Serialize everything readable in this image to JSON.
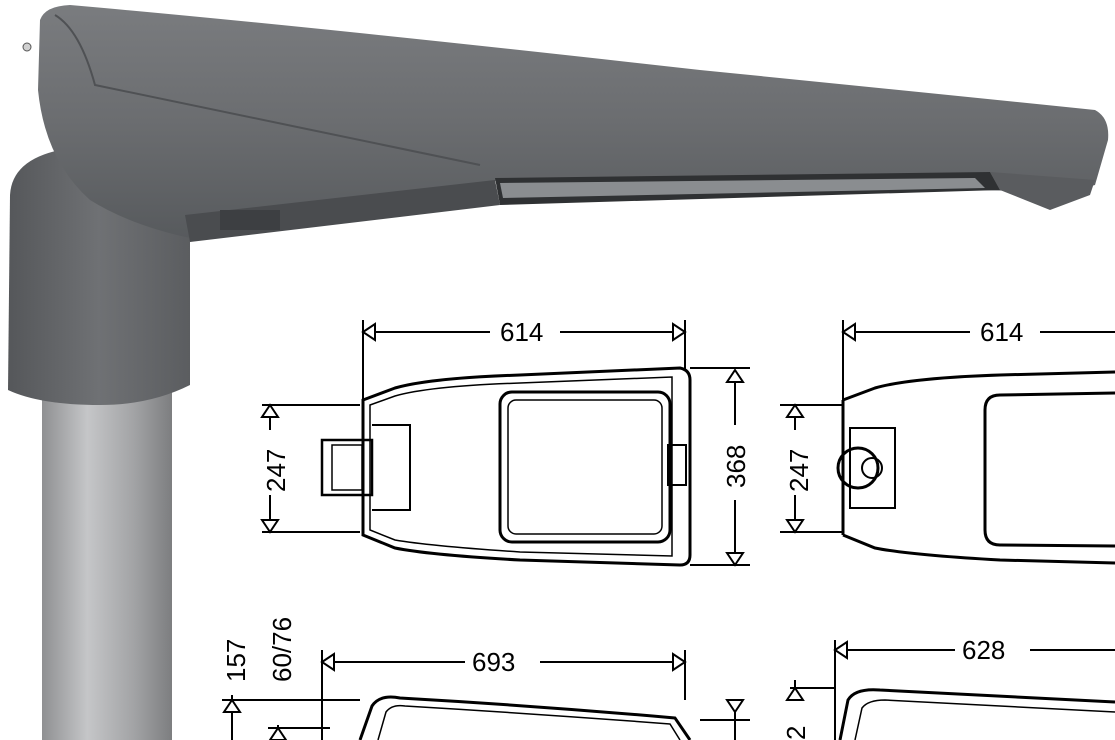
{
  "colors": {
    "housing": "#6d6f72",
    "housing_dark": "#4e5053",
    "pole": "#a9aaac",
    "drawing_line": "#000000",
    "background": "#ffffff"
  },
  "dimensions": {
    "top_left_length": "614",
    "top_left_width": "247",
    "top_left_height": "368",
    "top_right_length": "614",
    "top_right_width": "247",
    "side_left_height": "157",
    "side_left_pole": "60/76",
    "side_left_length": "693",
    "side_right_length": "628",
    "side_right_partial": "2"
  }
}
